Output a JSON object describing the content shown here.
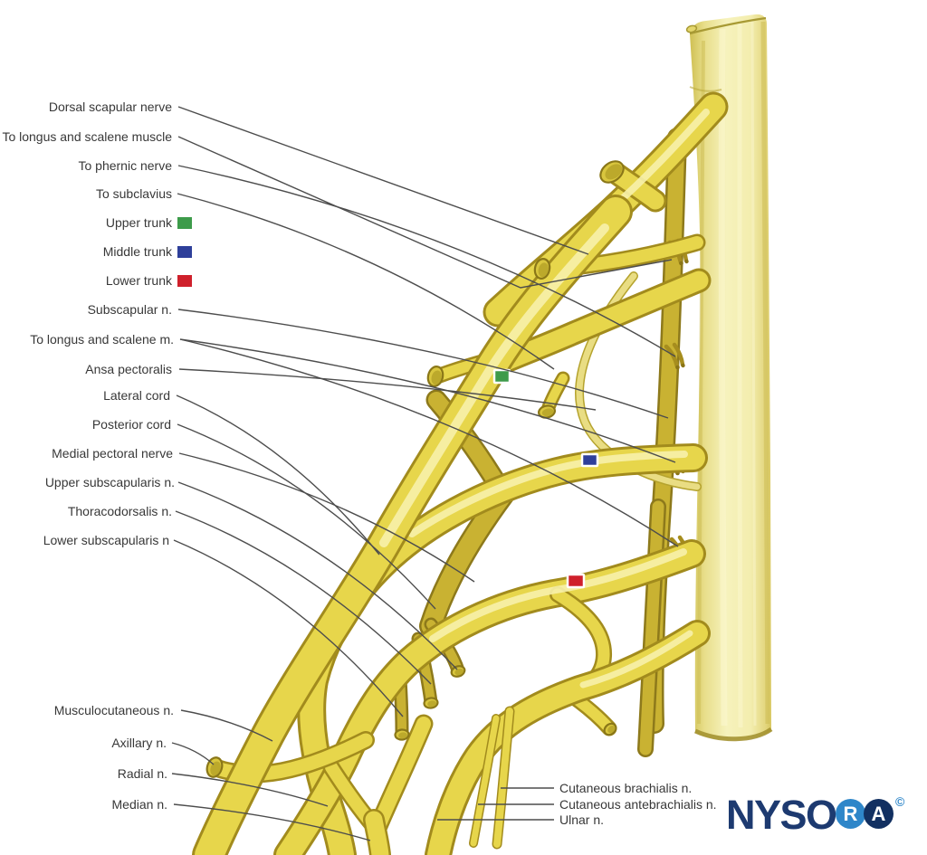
{
  "labels": {
    "dorsal_scapular": "Dorsal scapular nerve",
    "to_longus_scalene_muscle": "To longus and scalene muscle",
    "to_phernic": "To phernic nerve",
    "to_subclavius": "To subclavius",
    "subscapular": "Subscapular n.",
    "to_longus_scalene_m": "To longus and scalene m.",
    "ansa_pectoralis": "Ansa pectoralis",
    "lateral_cord": "Lateral cord",
    "posterior_cord": "Posterior cord",
    "medial_pectoral": "Medial pectoral nerve",
    "upper_subscapularis": "Upper subscapularis n.",
    "thoracodorsalis": "Thoracodorsalis n.",
    "lower_subscapularis": "Lower subscapularis n",
    "musculocutaneous": "Musculocutaneous n.",
    "axillary": "Axillary n.",
    "radial": "Radial n.",
    "median": "Median n.",
    "cutaneous_brachialis": "Cutaneous brachialis n.",
    "cutaneous_antebrachialis": "Cutaneous antebrachialis n.",
    "ulnar": "Ulnar n."
  },
  "legend": {
    "upper_trunk": {
      "label": "Upper trunk",
      "color": "#3d9b4a"
    },
    "middle_trunk": {
      "label": "Middle trunk",
      "color": "#2e3f9a"
    },
    "lower_trunk": {
      "label": "Lower trunk",
      "color": "#cf202b"
    }
  },
  "logo": {
    "wordmark": "NYSO",
    "r": "R",
    "a": "A",
    "copyright": "©",
    "navy": "#1d3a70",
    "blue": "#2e86c9"
  },
  "colors": {
    "leader_line": "#4d4d4d",
    "label_text": "#383838",
    "nerve_body": "#e7d64b",
    "nerve_outline": "#a28b1d"
  }
}
